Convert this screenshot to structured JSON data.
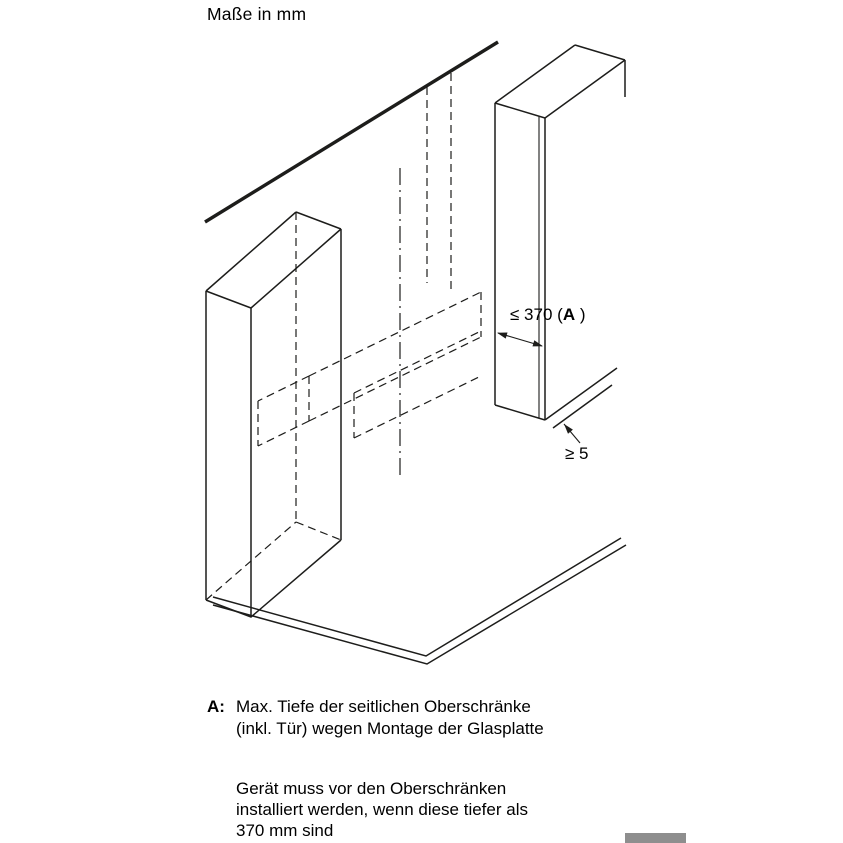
{
  "page": {
    "title": "Maße in mm"
  },
  "diagram": {
    "dimension_depth": {
      "prefix": "≤ 370 (",
      "label": "A",
      "suffix": " )"
    },
    "dimension_gap": "≥ 5"
  },
  "notes": {
    "a_label": "A:",
    "a_lines": [
      "Max. Tiefe der seitlichen Oberschränke",
      "(inkl. Tür) wegen Montage der Glasplatte"
    ],
    "p2_lines": [
      "Gerät muss vor den Oberschränken",
      "installiert werden, wenn diese tiefer als",
      "370 mm sind"
    ]
  },
  "colors": {
    "line": "#1d1d1b",
    "scrollbar": "#8e8e8e",
    "background": "#ffffff"
  }
}
